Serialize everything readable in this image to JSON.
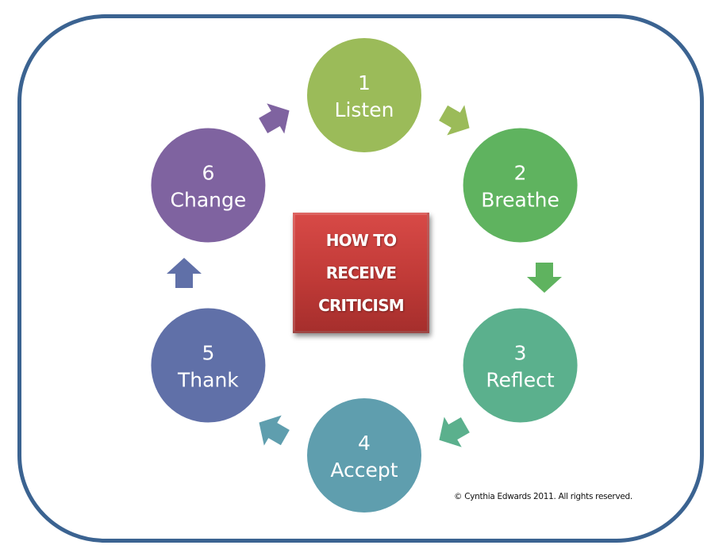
{
  "diagram": {
    "title_lines": [
      "HOW TO",
      "RECEIVE",
      "CRITICISM"
    ],
    "steps": [
      {
        "number": "1",
        "label": "Listen",
        "color": "#9bbb59"
      },
      {
        "number": "2",
        "label": "Breathe",
        "color": "#5fb35f"
      },
      {
        "number": "3",
        "label": "Reflect",
        "color": "#5bb08d"
      },
      {
        "number": "4",
        "label": "Accept",
        "color": "#5f9eae"
      },
      {
        "number": "5",
        "label": "Thank",
        "color": "#6070a8"
      },
      {
        "number": "6",
        "label": "Change",
        "color": "#7f63a0"
      }
    ],
    "arrows": [
      {
        "from": "1",
        "to": "2",
        "color": "#9bbb59"
      },
      {
        "from": "2",
        "to": "3",
        "color": "#5fb35f"
      },
      {
        "from": "3",
        "to": "4",
        "color": "#5bb08d"
      },
      {
        "from": "4",
        "to": "5",
        "color": "#5f9eae"
      },
      {
        "from": "5",
        "to": "6",
        "color": "#6070a8"
      },
      {
        "from": "6",
        "to": "1",
        "color": "#7f63a0"
      }
    ],
    "copyright": "© Cynthia Edwards 2011. All rights reserved.",
    "frame_color": "#3b6391",
    "title_color": "#c43c39"
  }
}
